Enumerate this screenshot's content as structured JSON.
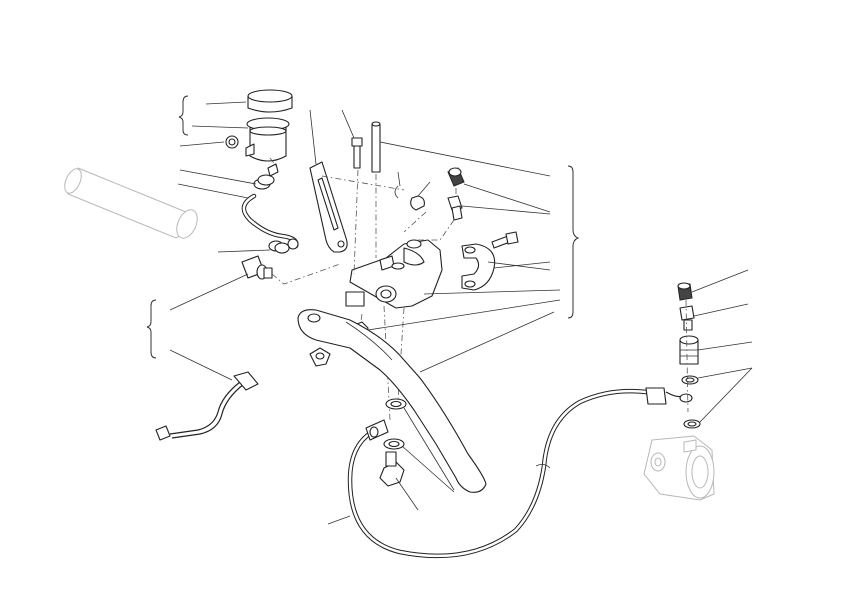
{
  "diagram": {
    "type": "exploded-parts-view",
    "labels": [],
    "colors": {
      "line": "#222222",
      "ghost": "#b8b8b8",
      "background": "#ffffff"
    },
    "parts": [
      "reservoir-cap",
      "reservoir",
      "reservoir-bracket",
      "hose-clip",
      "reservoir-hose",
      "hose-fitting",
      "handlebar-grip",
      "cable-bolt",
      "stud-pin",
      "pivot-bolt",
      "bleed-cap",
      "bleed-screw",
      "master-cylinder-body",
      "clamp",
      "clamp-bolt",
      "nut",
      "clutch-lever",
      "lever-adjuster",
      "switch-wire",
      "clutch-hose",
      "banjo-bolt",
      "washer",
      "slave-cylinder"
    ]
  }
}
